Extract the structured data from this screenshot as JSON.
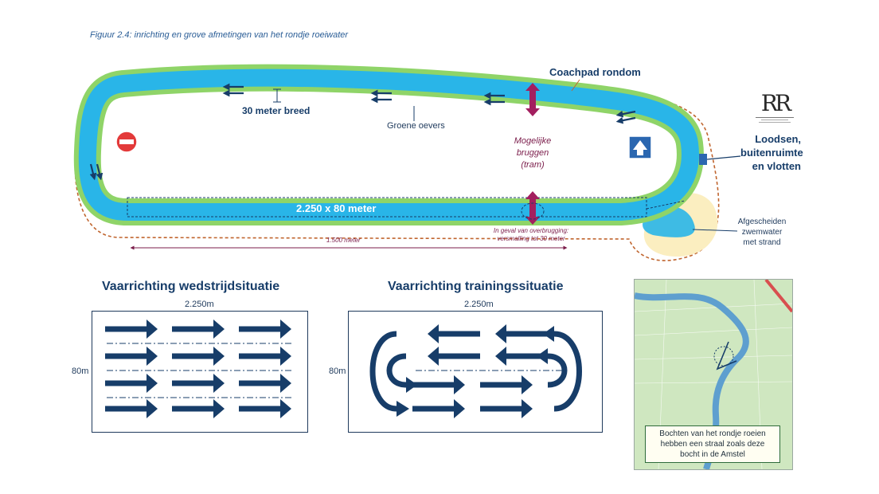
{
  "caption": "Figuur 2.4: inrichting en grove afmetingen van het rondje roeiwater",
  "top_diagram": {
    "coachpad_label": "Coachpad rondom",
    "width_label": "30 meter breed",
    "banks_label": "Groene oevers",
    "bridges_label_1": "Mogelijke",
    "bridges_label_2": "bruggen",
    "bridges_label_3": "(tram)",
    "straight_label": "2.250 x 80 meter",
    "distance_label": "1.500 meter",
    "narrowing_label_1": "In geval van overbrugging:",
    "narrowing_label_2": "versmalling tot 30 meter",
    "facilities_label_1": "Loodsen,",
    "facilities_label_2": "buitenruimte",
    "facilities_label_3": "en vlotten",
    "swim_label_1": "Afgescheiden",
    "swim_label_2": "zwemwater",
    "swim_label_3": "met strand",
    "logo_text": "RR"
  },
  "competition": {
    "title": "Vaarrichting wedstrijdsituatie",
    "length_label": "2.250m",
    "width_label": "80m"
  },
  "training": {
    "title": "Vaarrichting trainingssituatie",
    "length_label": "2.250m",
    "width_label": "80m"
  },
  "map": {
    "caption_1": "Bochten van het rondje roeien",
    "caption_2": "hebben een straal zoals deze",
    "caption_3": "bocht in de Amstel"
  },
  "colors": {
    "water": "#29b5e8",
    "bank": "#8fd468",
    "navy": "#173d69",
    "coachpad": "#c0652f",
    "bridge": "#a31f5f",
    "beach": "#fbeec0"
  }
}
